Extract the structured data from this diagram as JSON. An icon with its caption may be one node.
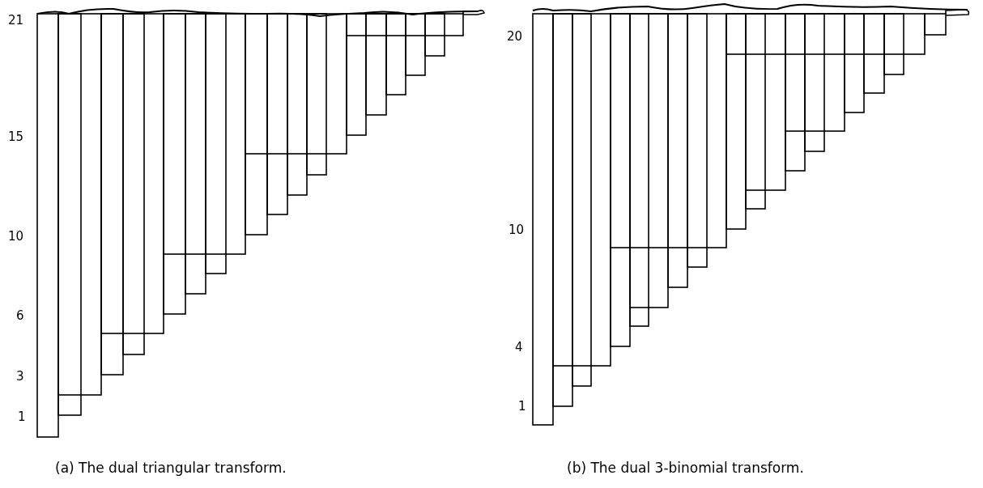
{
  "diagram": {
    "labels": [
      "21",
      "15",
      "10",
      "6",
      "3",
      "1",
      "20",
      "10",
      "4",
      "1",
      "(a)  The dual triangular transform.",
      "(b)  The dual 3-binomial transform."
    ]
  }
}
